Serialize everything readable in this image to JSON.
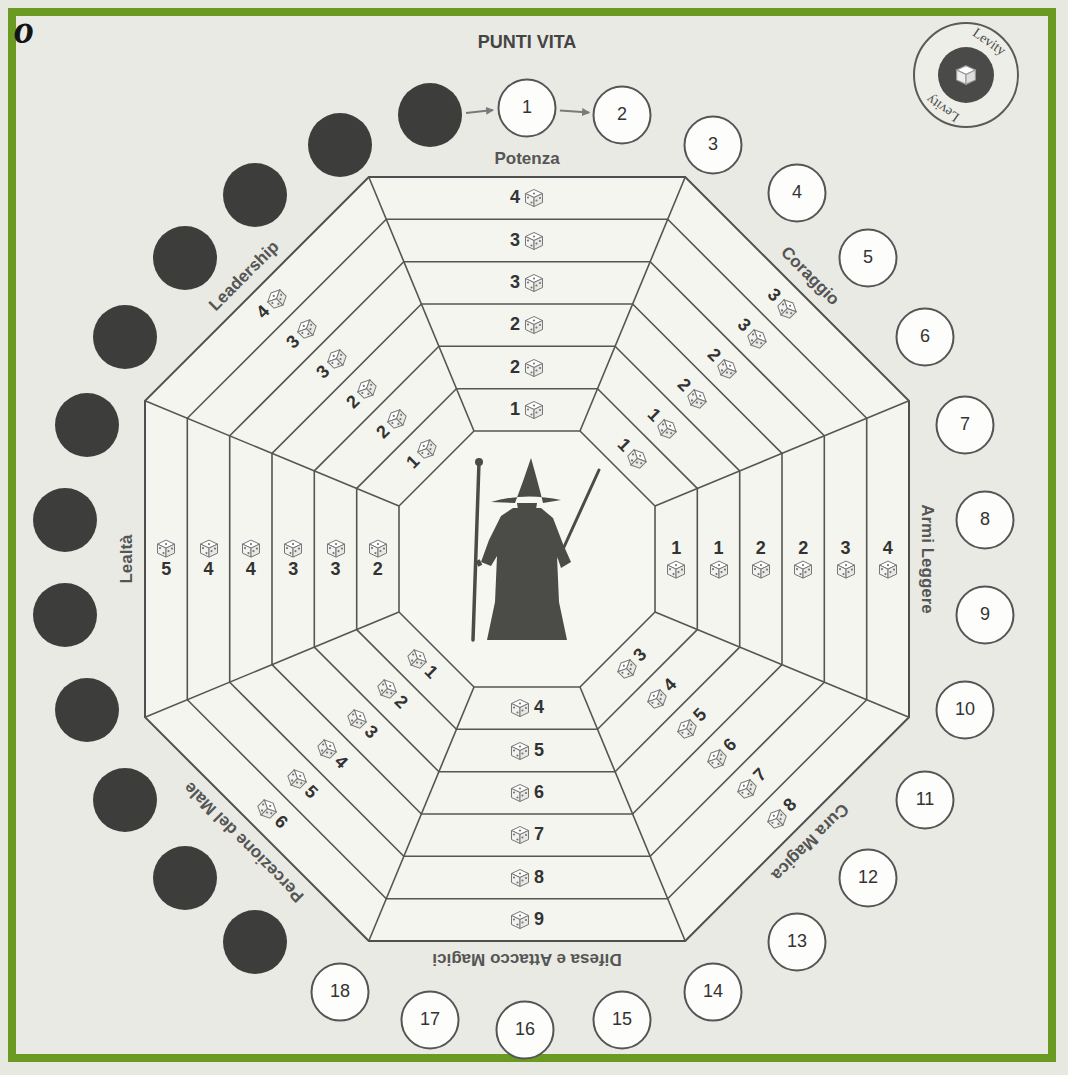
{
  "diagram": {
    "title": "PUNTI VITA",
    "nodes": [
      {
        "text": [
          "1"
        ]
      },
      {
        "text": [
          "2"
        ]
      },
      {
        "text": [
          "3"
        ]
      },
      {
        "text": [
          "4"
        ]
      },
      {
        "text": [
          "5"
        ]
      },
      {
        "text": [
          "6"
        ]
      },
      {
        "text": [
          "7"
        ]
      },
      {
        "text": [
          "8"
        ]
      },
      {
        "text": [
          "9"
        ]
      },
      {
        "text": [
          "10"
        ]
      },
      {
        "text": [
          "11"
        ]
      },
      {
        "text": [
          "12"
        ]
      },
      {
        "text": [
          "13"
        ]
      },
      {
        "text": [
          "14"
        ]
      },
      {
        "text": [
          "15"
        ]
      },
      {
        "text": [
          "16"
        ]
      },
      {
        "text": [
          "17"
        ]
      },
      {
        "text": [
          "18"
        ]
      },
      {
        "text": [
          "4"
        ]
      },
      {
        "text": [
          "3"
        ]
      },
      {
        "text": [
          "3"
        ]
      },
      {
        "text": [
          "2"
        ]
      },
      {
        "text": [
          "2"
        ]
      },
      {
        "text": [
          "1"
        ]
      },
      {
        "text": [
          "3"
        ]
      },
      {
        "text": [
          "3"
        ]
      },
      {
        "text": [
          "2"
        ]
      },
      {
        "text": [
          "2"
        ]
      },
      {
        "text": [
          "1"
        ]
      },
      {
        "text": [
          "1"
        ]
      },
      {
        "text": [
          "4"
        ]
      },
      {
        "text": [
          "3"
        ]
      },
      {
        "text": [
          "2"
        ]
      },
      {
        "text": [
          "2"
        ]
      },
      {
        "text": [
          "1"
        ]
      },
      {
        "text": [
          "1"
        ]
      },
      {
        "text": [
          "8"
        ]
      },
      {
        "text": [
          "7"
        ]
      },
      {
        "text": [
          "6"
        ]
      },
      {
        "text": [
          "5"
        ]
      },
      {
        "text": [
          "4"
        ]
      },
      {
        "text": [
          "3"
        ]
      },
      {
        "text": [
          "9"
        ]
      },
      {
        "text": [
          "8"
        ]
      },
      {
        "text": [
          "7"
        ]
      },
      {
        "text": [
          "6"
        ]
      },
      {
        "text": [
          "5"
        ]
      },
      {
        "text": [
          "4"
        ]
      },
      {
        "text": [
          "6"
        ]
      },
      {
        "text": [
          "5"
        ]
      },
      {
        "text": [
          "4"
        ]
      },
      {
        "text": [
          "3"
        ]
      },
      {
        "text": [
          "2"
        ]
      },
      {
        "text": [
          "1"
        ]
      },
      {
        "text": [
          "5"
        ]
      },
      {
        "text": [
          "4"
        ]
      },
      {
        "text": [
          "4"
        ]
      },
      {
        "text": [
          "3"
        ]
      },
      {
        "text": [
          "3"
        ]
      },
      {
        "text": [
          "2"
        ]
      },
      {
        "text": [
          "4"
        ]
      },
      {
        "text": [
          "3"
        ]
      },
      {
        "text": [
          "3"
        ]
      },
      {
        "text": [
          "2"
        ]
      },
      {
        "text": [
          "2"
        ]
      },
      {
        "text": [
          "1"
        ]
      }
    ],
    "edges": [
      {
        "from": 0,
        "to": 1,
        "arrow": "to"
      }
    ],
    "labels": [
      "o",
      "Levity",
      "Levity",
      "Potenza",
      "Coraggio",
      "Armi Leggere",
      "Cura Magica",
      "Difesa e Attacco Magici",
      "Percezione del Male",
      "Lealtà",
      "Leadership"
    ]
  }
}
